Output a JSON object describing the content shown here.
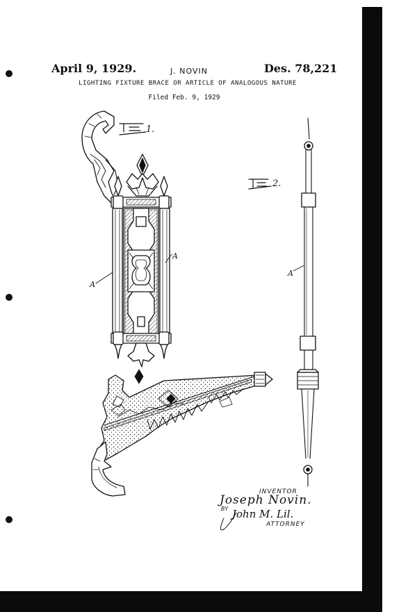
{
  "header": {
    "date": "April 9, 1929.",
    "inventor": "J. NOVIN",
    "patent_number": "Des. 78,221"
  },
  "title": "LIGHTING FIXTURE BRACE OR ARTICLE OF ANALOGOUS NATURE",
  "filed": "Filed Feb. 9, 1929",
  "figures": {
    "fig1_label": "1.",
    "fig2_label": "2.",
    "reference_letter": "A"
  },
  "signature_block": {
    "inventor_label": "INVENTOR",
    "inventor_signature": "Joseph Novin.",
    "by_label": "BY",
    "attorney_signature": "John M. Lil.",
    "attorney_label": "ATTORNEY"
  },
  "colors": {
    "ink": "#111111",
    "paper": "#ffffff",
    "border": "#0b0b0b"
  }
}
